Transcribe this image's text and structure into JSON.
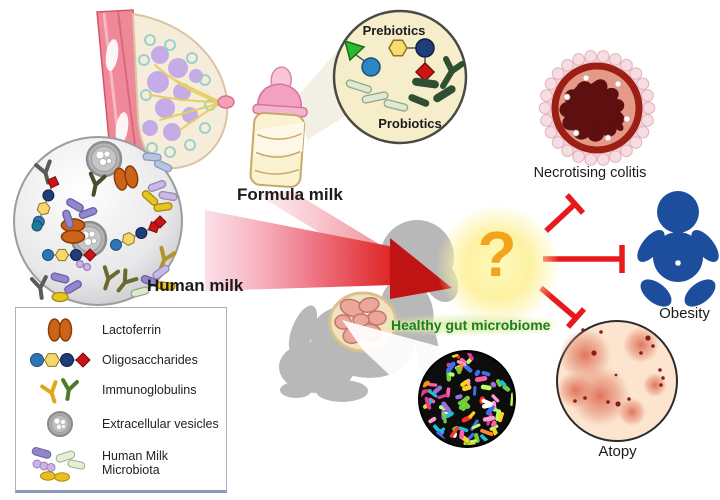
{
  "labels": {
    "human_milk": "Human milk",
    "formula_milk": "Formula milk",
    "prebiotics": "Prebiotics",
    "probiotics": "Probiotics",
    "healthy_gut_microbiome": "Healthy gut microbiome",
    "question_mark": "?",
    "necrotising_colitis": "Necrotising colitis",
    "obesity": "Obesity",
    "atopy": "Atopy"
  },
  "legend": {
    "items": [
      {
        "icon": "lactoferrin-icon",
        "label": "Lactoferrin"
      },
      {
        "icon": "oligosaccharides-icon",
        "label": "Oligosaccharides"
      },
      {
        "icon": "immunoglobulins-icon",
        "label": "Immunoglobulins"
      },
      {
        "icon": "extracellular-vesicles-icon",
        "label": "Extracellular vesicles"
      },
      {
        "icon": "human-milk-microbiota-icon",
        "label": "Human Milk Microbiota"
      }
    ]
  },
  "colors": {
    "inhibition_red": "#e8191c",
    "question_gold": "#f1a41c",
    "healthy_green": "#1f7d1f",
    "obesity_blue": "#1d4e9e",
    "baby_silhouette_gray": "#b8b8b8"
  }
}
